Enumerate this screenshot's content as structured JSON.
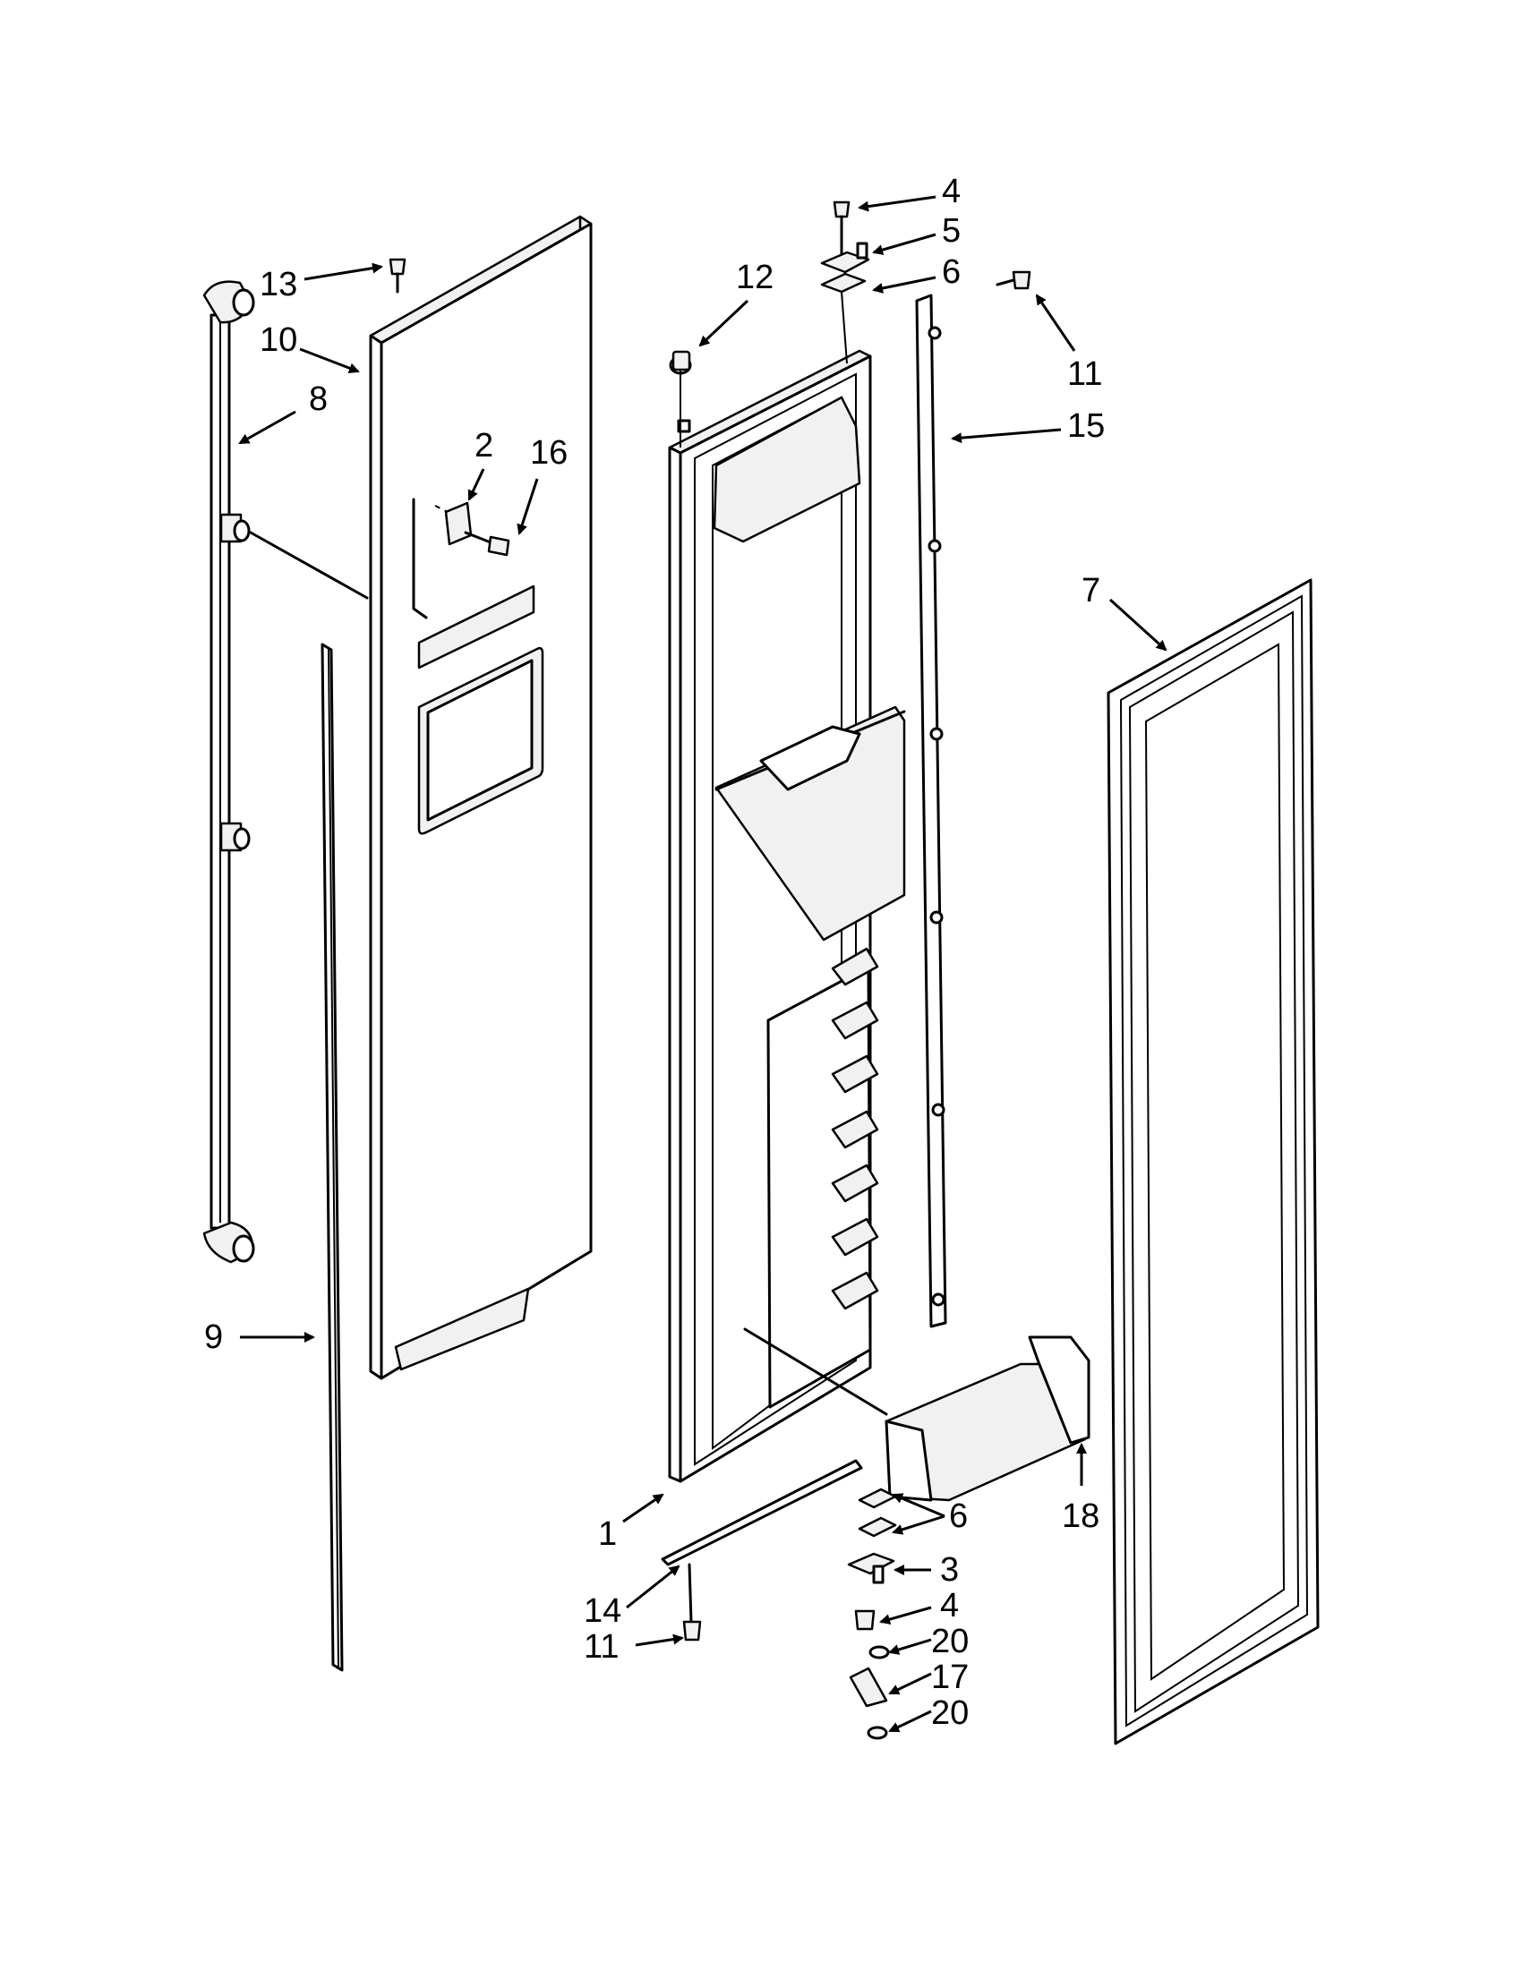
{
  "labels": {
    "l1": "1",
    "l2": "2",
    "l3": "3",
    "l4a": "4",
    "l4b": "4",
    "l5": "5",
    "l6a": "6",
    "l6b": "6",
    "l7": "7",
    "l8": "8",
    "l9": "9",
    "l10": "10",
    "l11a": "11",
    "l11b": "11",
    "l12": "12",
    "l13": "13",
    "l14": "14",
    "l15": "15",
    "l16": "16",
    "l17": "17",
    "l18": "18",
    "l20a": "20",
    "l20b": "20"
  }
}
